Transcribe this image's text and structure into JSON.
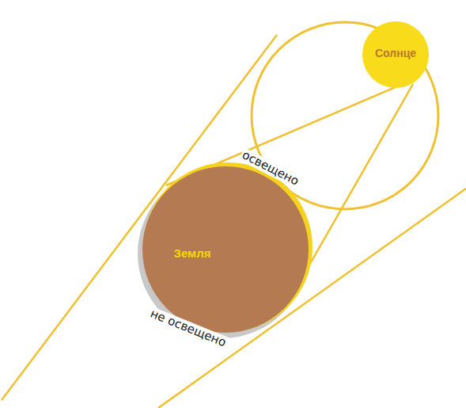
{
  "diagram": {
    "nodes": [
      {
        "text": [
          "Солнце"
        ]
      },
      {
        "text": [
          "Земля"
        ]
      }
    ],
    "labels": [
      "освещено",
      "не освещено"
    ]
  }
}
